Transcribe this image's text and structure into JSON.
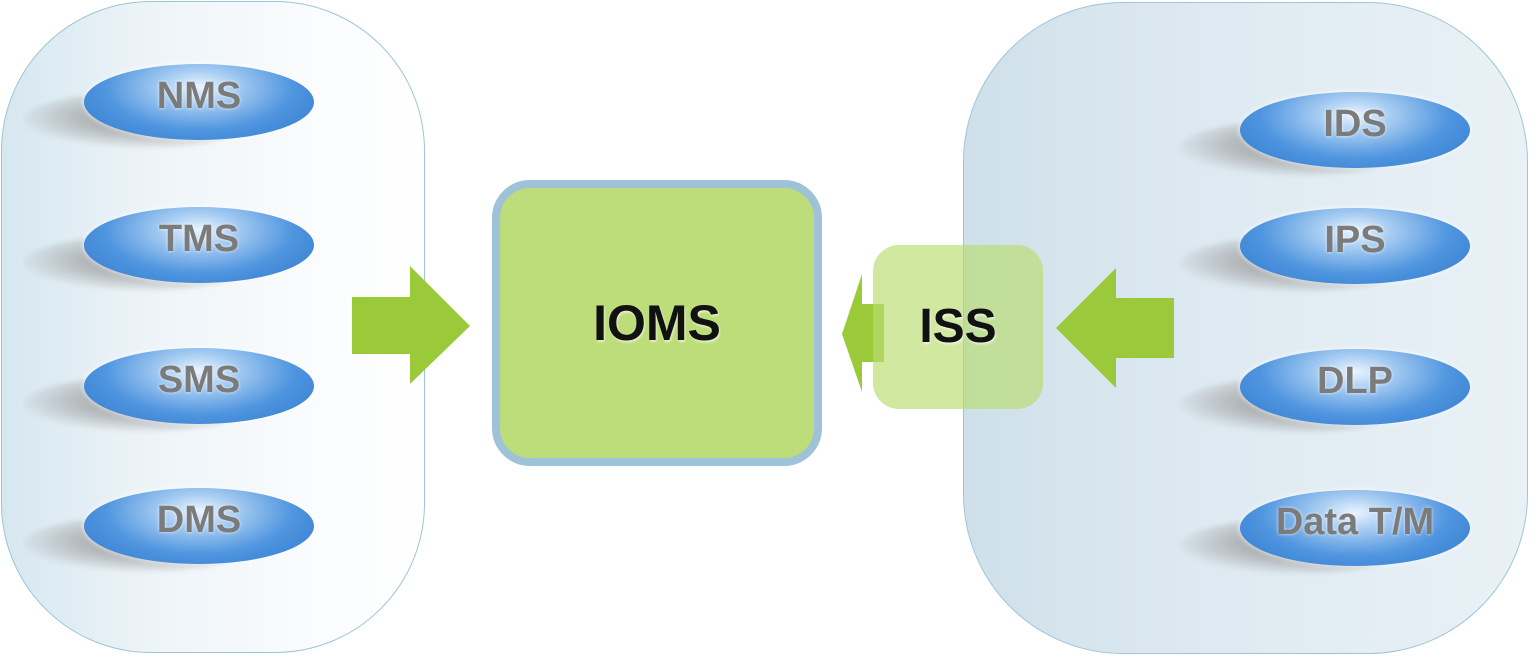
{
  "left_group": {
    "nodes": [
      {
        "label": "NMS"
      },
      {
        "label": "TMS"
      },
      {
        "label": "SMS"
      },
      {
        "label": "DMS"
      }
    ]
  },
  "center": {
    "label": "IOMS"
  },
  "gateway": {
    "label": "ISS"
  },
  "right_group": {
    "nodes": [
      {
        "label": "IDS"
      },
      {
        "label": "IPS"
      },
      {
        "label": "DLP"
      },
      {
        "label": "Data T/M"
      }
    ]
  },
  "colors": {
    "arrow": "#9ac93a",
    "center_fill": "#bddc7a",
    "center_border": "#9ec3d8",
    "node_blue": "#4f95df",
    "node_text": "#7b7b7b",
    "container_border": "#9ec5d6"
  }
}
